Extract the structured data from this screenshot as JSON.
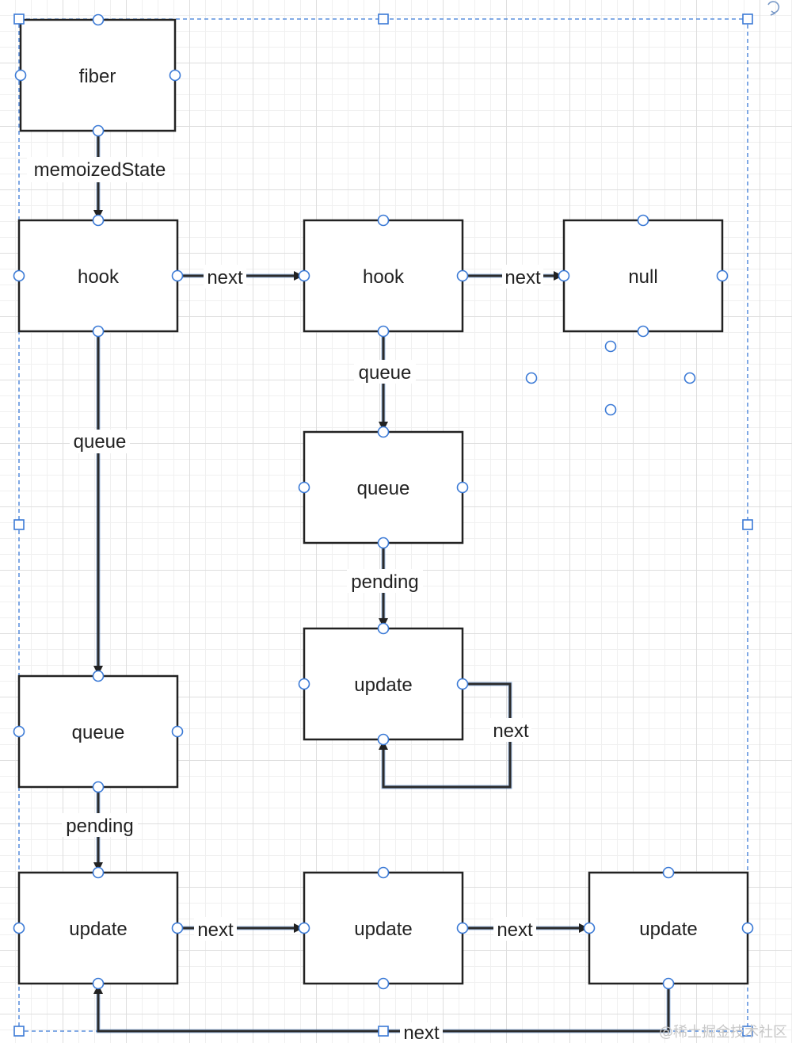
{
  "nodes": [
    {
      "id": "fiber",
      "label": "fiber"
    },
    {
      "id": "hook1",
      "label": "hook"
    },
    {
      "id": "hook2",
      "label": "hook"
    },
    {
      "id": "null",
      "label": "null"
    },
    {
      "id": "queue_left",
      "label": "queue"
    },
    {
      "id": "queue_mid",
      "label": "queue"
    },
    {
      "id": "update_mid",
      "label": "update"
    },
    {
      "id": "update_bl",
      "label": "update"
    },
    {
      "id": "update_bm",
      "label": "update"
    },
    {
      "id": "update_br",
      "label": "update"
    }
  ],
  "edges": [
    {
      "from": "fiber",
      "to": "hook1",
      "label": "memoizedState"
    },
    {
      "from": "hook1",
      "to": "hook2",
      "label": "next"
    },
    {
      "from": "hook2",
      "to": "null",
      "label": "next"
    },
    {
      "from": "hook1",
      "to": "queue_left",
      "label": "queue"
    },
    {
      "from": "hook2",
      "to": "queue_mid",
      "label": "queue"
    },
    {
      "from": "queue_mid",
      "to": "update_mid",
      "label": "pending"
    },
    {
      "from": "update_mid",
      "to": "update_mid",
      "label": "next"
    },
    {
      "from": "queue_left",
      "to": "update_bl",
      "label": "pending"
    },
    {
      "from": "update_bl",
      "to": "update_bm",
      "label": "next"
    },
    {
      "from": "update_bm",
      "to": "update_br",
      "label": "next"
    },
    {
      "from": "update_br",
      "to": "update_bl",
      "label": "next"
    }
  ],
  "watermark": "@稀土掘金技术社区",
  "colors": {
    "selection": "#3b7ad6",
    "stroke": "#222222",
    "grid": "#dedede"
  }
}
